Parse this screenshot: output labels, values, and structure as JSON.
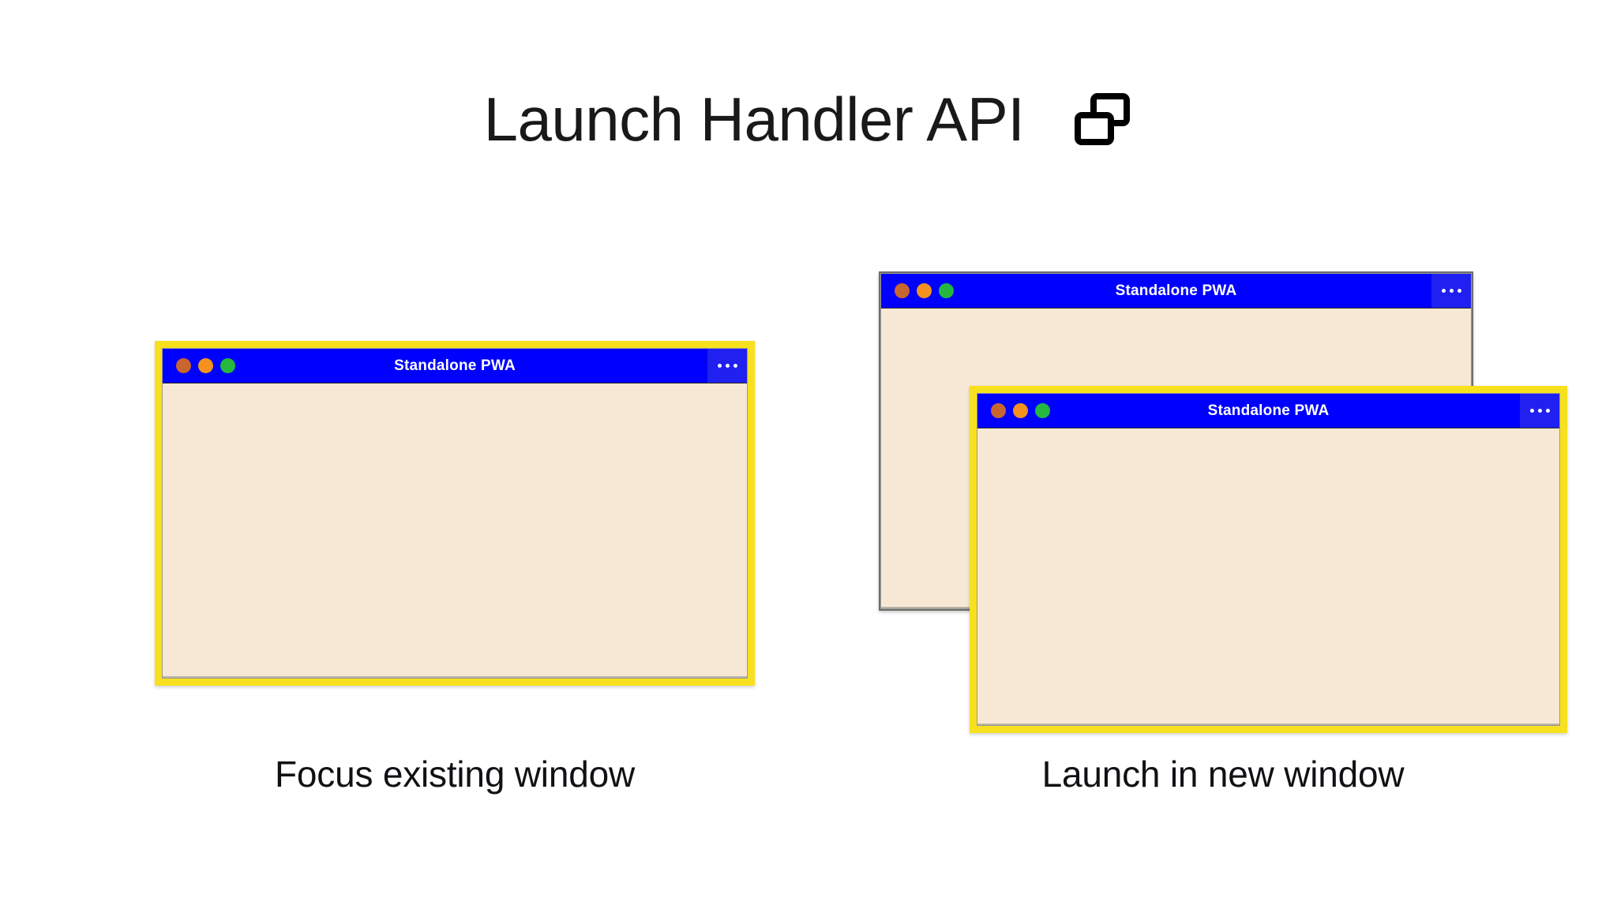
{
  "header": {
    "title": "Launch Handler API",
    "icon": "two-windows-icon"
  },
  "theme": {
    "background": "#ffffff",
    "titlebar_blue": "#0000FF",
    "menu_blue": "#2020F0",
    "window_body_cream": "#F7E8D5",
    "highlight_yellow": "#F7E01E",
    "plain_border_gray": "#6D6D6D",
    "title_text": "#FFFFFF",
    "caption_text": "#101114",
    "dot_close": "#C9662F",
    "dot_minimize": "#F5921E",
    "dot_maximize": "#24B83F"
  },
  "scenarios": [
    {
      "id": "focus-existing",
      "caption": "Focus existing window",
      "windows": [
        {
          "id": "focus-existing-window",
          "title": "Standalone PWA",
          "menu_label": "•••",
          "highlighted": true
        }
      ]
    },
    {
      "id": "launch-new",
      "caption": "Launch in new window",
      "windows": [
        {
          "id": "new-back-window",
          "title": "Standalone PWA",
          "menu_label": "•••",
          "highlighted": false
        },
        {
          "id": "new-front-window",
          "title": "Standalone PWA",
          "menu_label": "•••",
          "highlighted": true
        }
      ]
    }
  ]
}
